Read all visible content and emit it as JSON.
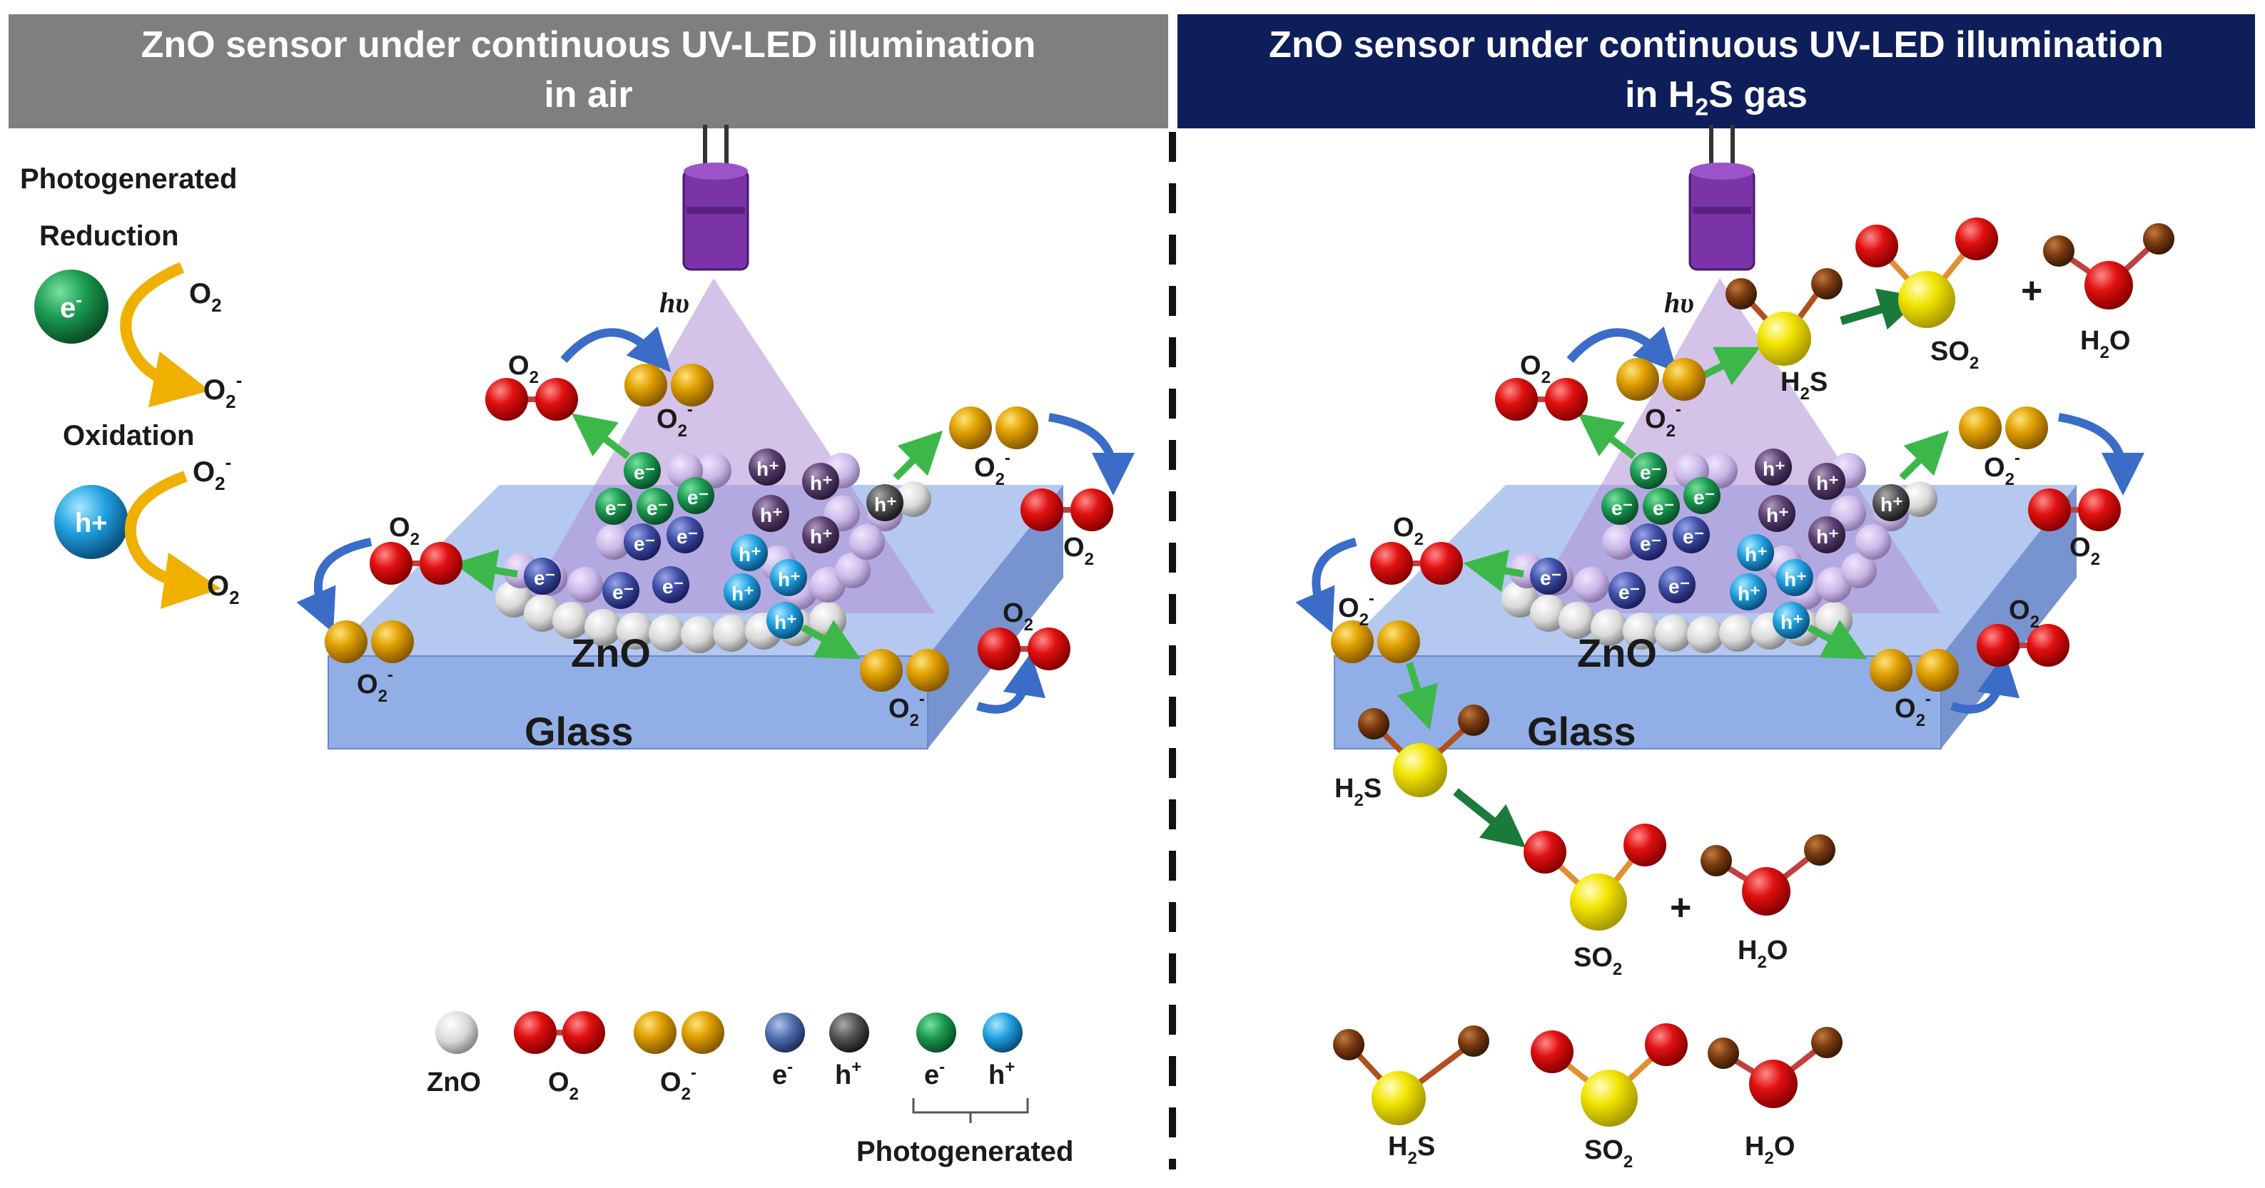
{
  "headers": {
    "left_line1": "ZnO sensor under continuous UV-LED illumination",
    "left_line2": "in air",
    "right_line1": "ZnO sensor under continuous UV-LED illumination",
    "right_line2_pre": "in H",
    "right_line2_sub": "2",
    "right_line2_post": "S gas"
  },
  "side_legend": {
    "title": "Photogenerated",
    "reduction": "Reduction",
    "oxidation": "Oxidation",
    "electron": "e",
    "electron_sup": "-",
    "hole": "h+"
  },
  "labels": {
    "hv": "hυ",
    "zno": "ZnO",
    "glass": "Glass",
    "o2_base": "O",
    "o2_sub": "2",
    "o2minus_sup": "-",
    "h2s_base": "H",
    "h2s_sub": "2",
    "h2s_tail": "S",
    "so2_base": "SO",
    "so2_sub": "2",
    "h2o_base": "H",
    "h2o_sub": "2",
    "h2o_tail": "O",
    "plus": "+",
    "e_base": "e",
    "e_sup": "-",
    "h_base": "h",
    "h_sup": "+"
  },
  "bottom_legend": {
    "zno": "ZnO",
    "o2": "O",
    "o2_sub": "2",
    "o2minus": "O",
    "o2minus_sub": "2",
    "o2minus_sup": "-",
    "e": "e",
    "e_sup": "-",
    "h": "h",
    "h_sup": "+",
    "pe": "e",
    "pe_sup": "-",
    "ph": "h",
    "ph_sup": "+",
    "photogenerated": "Photogenerated"
  },
  "molecule_legend": {
    "h2s_base": "H",
    "h2s_sub": "2",
    "h2s_tail": "S",
    "so2_base": "SO",
    "so2_sub": "2",
    "h2o_base": "H",
    "h2o_sub": "2",
    "h2o_tail": "O"
  },
  "colors": {
    "header_left": "#7f7f7f",
    "header_right": "#0e1e5b",
    "glass": "#9db6ea",
    "uv_beam": "#b38fd6",
    "oxygen": "#e01010",
    "superoxide": "#e0a000",
    "sulfur": "#f2e400",
    "hydrogen": "#7a3a10",
    "photo_electron": "#1a9a50",
    "photo_hole": "#20a0e0",
    "arrow_green": "#3cb84a",
    "arrow_blue": "#3a6cc8",
    "arrow_orange": "#f0b000"
  }
}
